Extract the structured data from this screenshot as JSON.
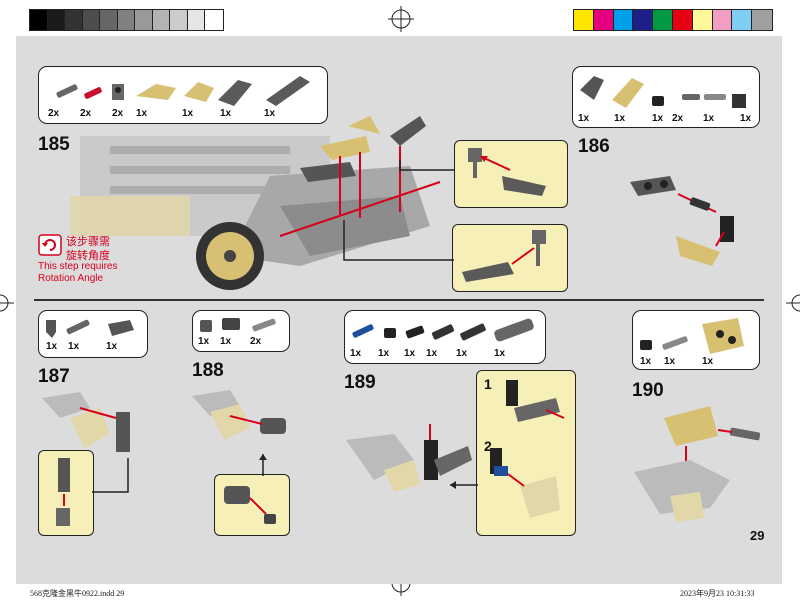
{
  "colors": {
    "gray_ramp": [
      "#000000",
      "#1a1a1a",
      "#333333",
      "#4d4d4d",
      "#666666",
      "#808080",
      "#999999",
      "#b3b3b3",
      "#cccccc",
      "#e6e6e6",
      "#ffffff"
    ],
    "color_bar": [
      "#ffe600",
      "#e4007f",
      "#00a0e9",
      "#1d2088",
      "#009944",
      "#e60012",
      "#fff799",
      "#f19ec2",
      "#7ecef4",
      "#a0a0a0"
    ],
    "page_bg": "#dcdcdc",
    "callout_bg": "#f6f0b8",
    "arrow": "#d6001c",
    "gold_part": "#d8c073",
    "dark_part": "#555555"
  },
  "step185": {
    "number": "185",
    "parts_qty": [
      "2x",
      "2x",
      "2x",
      "1x",
      "1x",
      "1x",
      "1x"
    ],
    "rotation_note_cn_1": "该步骤需",
    "rotation_note_cn_2": "旋转角度",
    "rotation_note_en_1": "This step requires",
    "rotation_note_en_2": "Rotation Angle"
  },
  "step186": {
    "number": "186",
    "parts_qty": [
      "1x",
      "1x",
      "1x",
      "2x",
      "1x",
      "1x"
    ]
  },
  "step187": {
    "number": "187",
    "parts_qty": [
      "1x",
      "1x",
      "1x"
    ]
  },
  "step188": {
    "number": "188",
    "parts_qty": [
      "1x",
      "1x",
      "2x"
    ]
  },
  "step189": {
    "number": "189",
    "parts_qty": [
      "1x",
      "1x",
      "1x",
      "1x",
      "1x",
      "1x"
    ],
    "substep_1": "1",
    "substep_2": "2"
  },
  "step190": {
    "number": "190",
    "parts_qty": [
      "1x",
      "1x",
      "1x"
    ]
  },
  "page_number": "29",
  "footer_left": "568克隆金黑牛0922.indd   29",
  "footer_right": "2023年9月23   10:31:33"
}
